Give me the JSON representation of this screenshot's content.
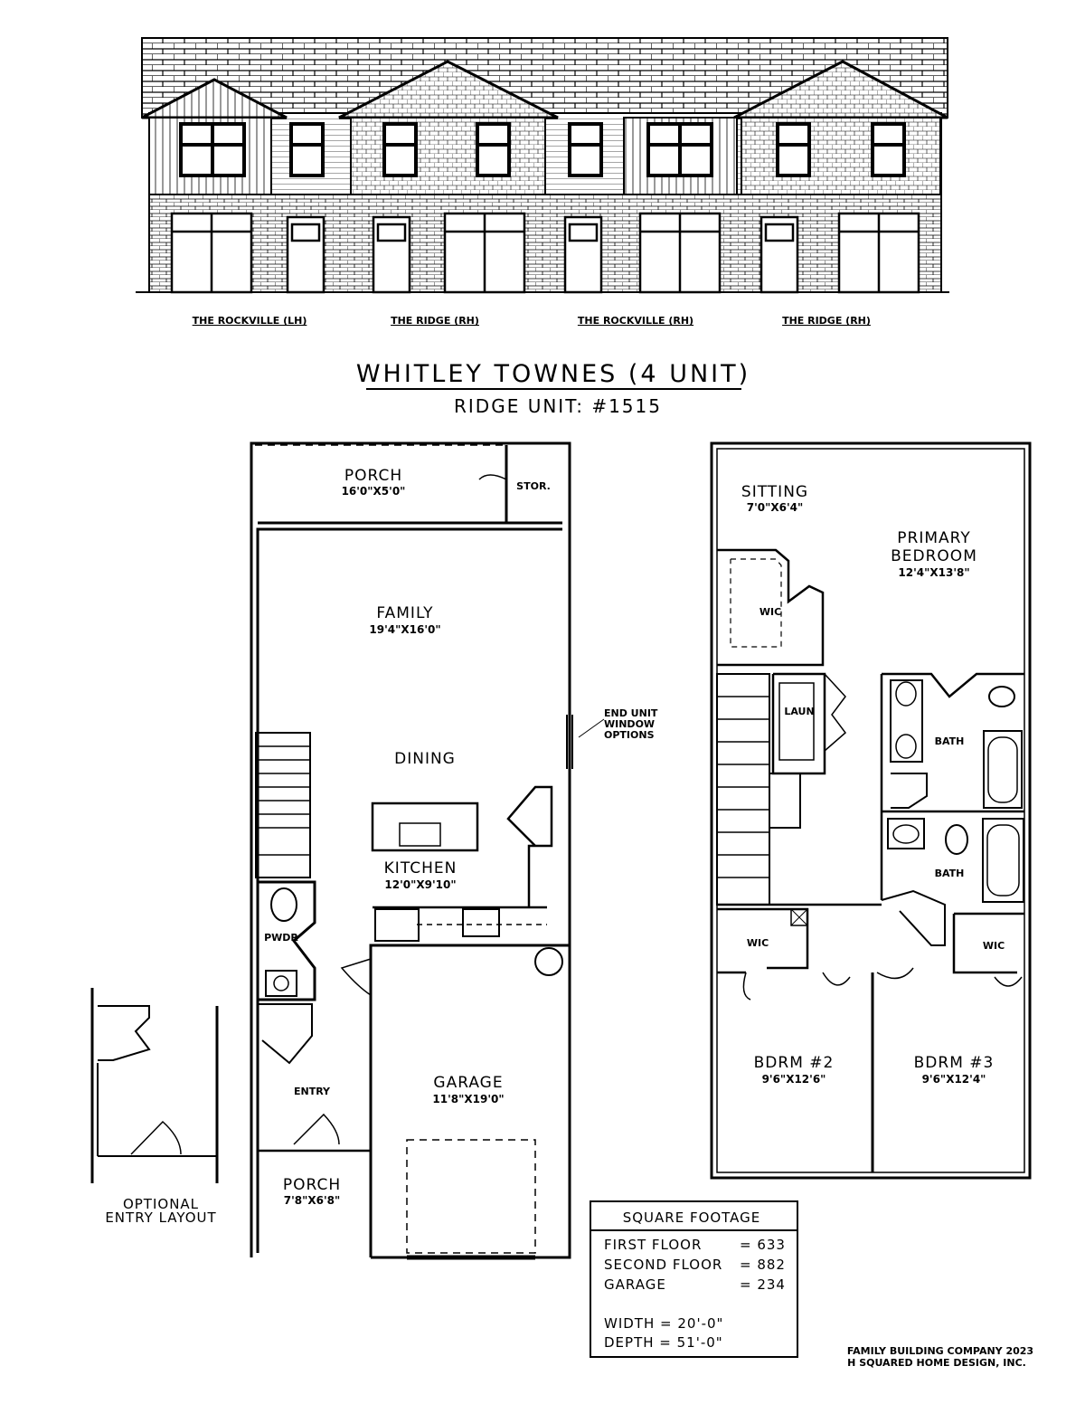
{
  "elevation": {
    "labels": [
      "THE ROCKVILLE (LH)",
      "THE RIDGE (RH)",
      "THE ROCKVILLE (RH)",
      "THE RIDGE (RH)"
    ]
  },
  "title": {
    "main": "WHITLEY TOWNES (4 UNIT)",
    "sub": "RIDGE UNIT: #1515"
  },
  "first_floor": {
    "porch_rear": {
      "name": "PORCH",
      "dim": "16'0\"X5'0\""
    },
    "stor": "STOR.",
    "family": {
      "name": "FAMILY",
      "dim": "19'4\"X16'0\""
    },
    "dining": {
      "name": "DINING"
    },
    "kitchen": {
      "name": "KITCHEN",
      "dim": "12'0\"X9'10\""
    },
    "end_unit_note": [
      "END UNIT",
      "WINDOW",
      "OPTIONS"
    ],
    "pwdr": "PWDR",
    "entry": "ENTRY",
    "garage": {
      "name": "GARAGE",
      "dim": "11'8\"X19'0\""
    },
    "porch_front": {
      "name": "PORCH",
      "dim": "7'8\"X6'8\""
    }
  },
  "optional_entry": [
    "OPTIONAL",
    "ENTRY LAYOUT"
  ],
  "second_floor": {
    "sitting": {
      "name": "SITTING",
      "dim": "7'0\"X6'4\""
    },
    "primary": {
      "name1": "PRIMARY",
      "name2": "BEDROOM",
      "dim": "12'4\"X13'8\""
    },
    "wic_primary": "WIC",
    "laun": "LAUN",
    "bath1": "BATH",
    "bath2": "BATH",
    "wic2": "WIC",
    "wic3": "WIC",
    "bdrm2": {
      "name": "BDRM #2",
      "dim": "9'6\"X12'6\""
    },
    "bdrm3": {
      "name": "BDRM #3",
      "dim": "9'6\"X12'4\""
    }
  },
  "square_footage": {
    "heading": "SQUARE FOOTAGE",
    "rows": [
      {
        "label": "FIRST FLOOR",
        "value": "= 633"
      },
      {
        "label": "SECOND FLOOR",
        "value": "= 882"
      },
      {
        "label": "GARAGE",
        "value": "= 234"
      }
    ],
    "width": "WIDTH  = 20'-0\"",
    "depth": "DEPTH = 51'-0\""
  },
  "credits": [
    "FAMILY BUILDING COMPANY 2023",
    "H SQUARED HOME DESIGN, INC."
  ]
}
